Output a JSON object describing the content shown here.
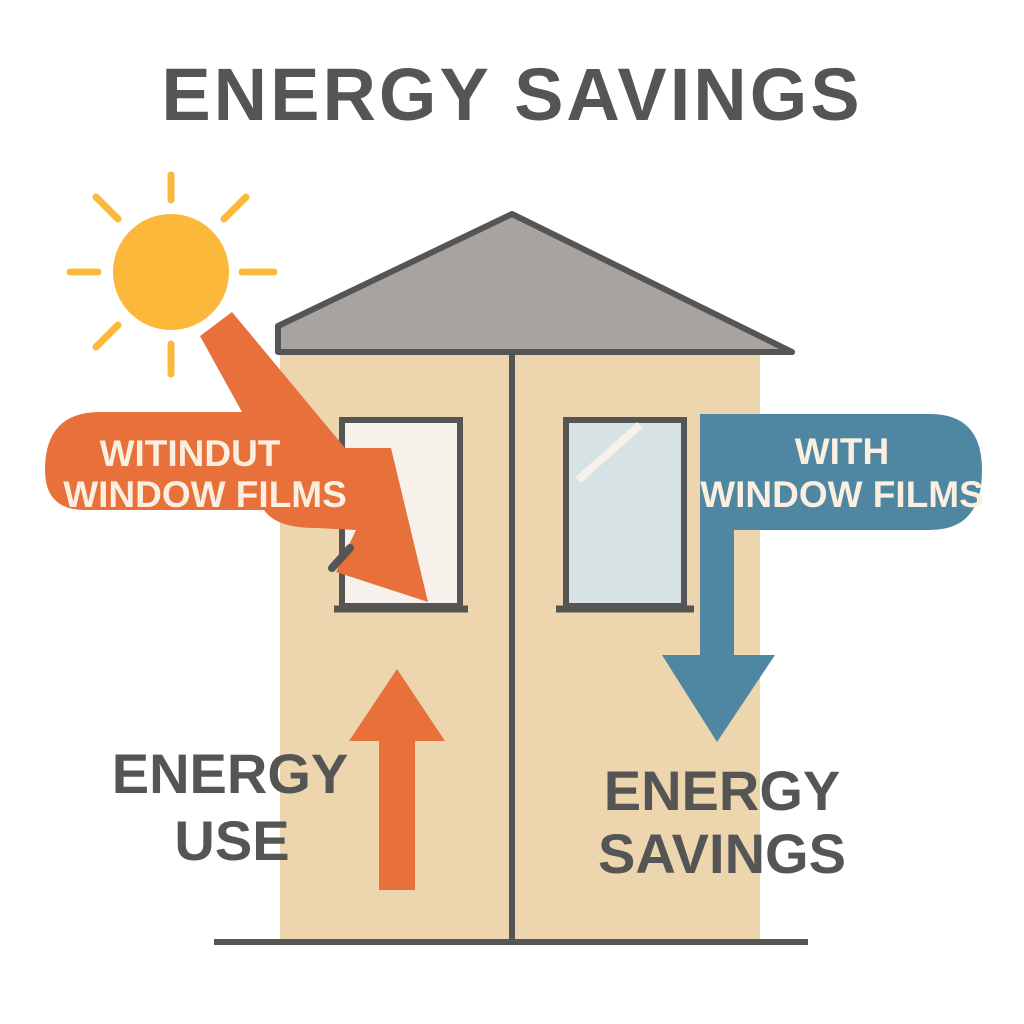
{
  "title": "ENERGY SAVINGS",
  "left_panel": {
    "callout_line1": "WITINDUT",
    "callout_line2": "WINDOW FILMS",
    "label_line1": "ENERGY",
    "label_line2": "USE"
  },
  "right_panel": {
    "callout_line1": "WITH",
    "callout_line2": "WINDOW FILMS",
    "label_line1": "ENERGY",
    "label_line2": "SAVINGS"
  },
  "icons": {
    "sun": "sun-icon",
    "house": "house-icon"
  },
  "colors": {
    "title_text": "#555555",
    "sun": "#FBB83B",
    "roof": "#A8A39E",
    "wall": "#EDD5AE",
    "outline": "#555555",
    "heat_arrow": "#E8703A",
    "cool_arrow": "#4F87A3",
    "callout_text": "#FBEFDF",
    "window_glass_left": "#F6F1EA",
    "window_glass_right": "#D6E2E3"
  }
}
